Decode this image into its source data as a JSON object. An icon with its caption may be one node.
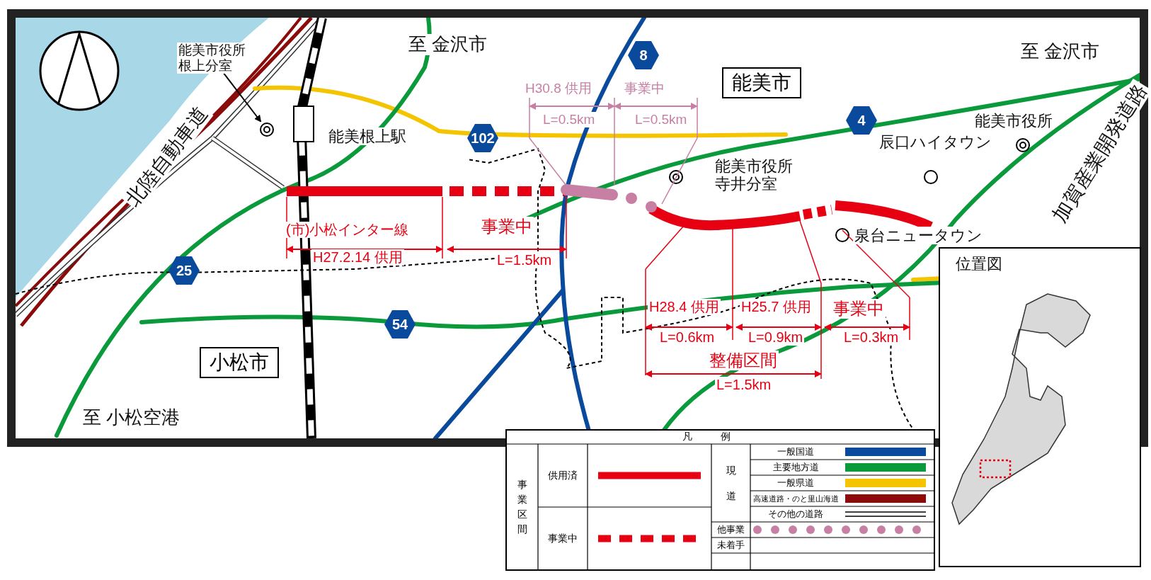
{
  "diagram": {
    "nodes": [
      {
        "text": [
          "能美市役所根上分室"
        ]
      },
      {
        "text": [],
        "shape": "circle"
      }
    ],
    "edges": [
      {
        "from": 0,
        "to": 1,
        "arrow": "to"
      }
    ],
    "labels": [
      "至 金沢市",
      "能美市",
      "至 金沢市",
      "8",
      "H30.8 供用",
      "事業中",
      "L=0.5km",
      "L=0.5km",
      "102",
      "4",
      "北陸自動車道",
      "能美根上駅",
      "能美市役所",
      "加賀産業開発道路",
      "辰口ハイタウン",
      "能美市役所寺井分室",
      "(市)小松インター線",
      "事業中",
      "泉台ニュータウン",
      "H27.2.14 供用",
      "L=1.5km",
      "25",
      "位置図",
      "54",
      "H28.4 供用",
      "H25.7 供用",
      "事業中",
      "L=0.6km",
      "L=0.9km",
      "L=0.3km",
      "小松市",
      "整備区間",
      "L=1.5km",
      "至 小松空港",
      "凡例",
      "事業区間",
      "現道"
    ],
    "legend": [
      {
        "text": "供用済"
      },
      {
        "text": "事業中"
      },
      {
        "text": "一般国道",
        "color": "#0a4a9c"
      },
      {
        "text": "主要地方道",
        "color": "#0a9a3c"
      },
      {
        "text": "一般県道",
        "color": "#f5c400"
      },
      {
        "text": "高速道路・のと里山海道",
        "color": "#8b0a0a"
      },
      {
        "text": "その他の道路"
      },
      {
        "text": "他事業"
      },
      {
        "text": "未着手"
      }
    ]
  }
}
